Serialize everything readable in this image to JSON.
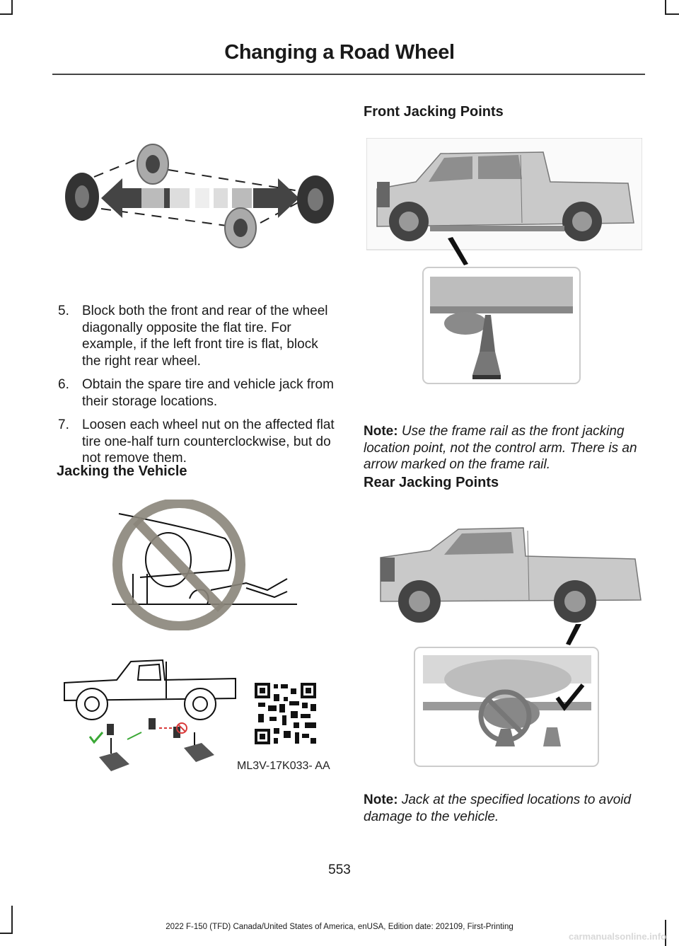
{
  "header": {
    "title": "Changing a Road Wheel"
  },
  "steps": [
    {
      "number": "5.",
      "text": "Block both the front and rear of the wheel diagonally opposite the flat tire. For example, if the left front tire is flat, block the right rear wheel."
    },
    {
      "number": "6.",
      "text": "Obtain the spare tire and vehicle jack from their storage locations."
    },
    {
      "number": "7.",
      "text": "Loosen each wheel nut on the affected flat tire one-half turn counterclockwise, but do not remove them."
    }
  ],
  "sections": {
    "jacking_vehicle": "Jacking the Vehicle",
    "front_jacking": "Front Jacking Points",
    "rear_jacking": "Rear Jacking Points"
  },
  "notes": {
    "front": {
      "label": "Note:",
      "text": "Use the frame rail as the front jacking location point, not the control arm. There is an arrow marked on the frame rail."
    },
    "rear": {
      "label": "Note:",
      "text": "Jack at the specified locations to avoid damage to the vehicle."
    }
  },
  "figures": {
    "qr_code_label": "ML3V-17K033- AA"
  },
  "icons": {
    "prohibited": "prohibited-icon",
    "checkmark": "checkmark-icon",
    "arrow": "arrow-icon"
  },
  "colors": {
    "prohibited_ring": "#8a857a",
    "checkmark_green": "#3aa835",
    "no_red": "#d93a3a"
  },
  "footer": {
    "page_number": "553",
    "edition": "2022 F-150 (TFD) Canada/United States of America, enUSA, Edition date: 202109, First-Printing"
  },
  "watermark": "carmanualsonline.info"
}
